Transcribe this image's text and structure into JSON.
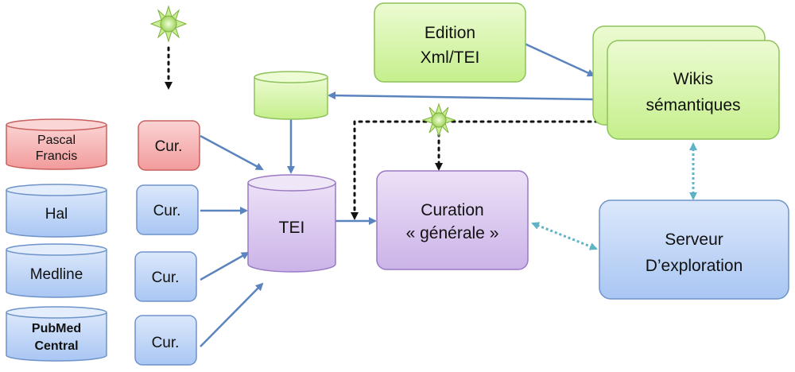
{
  "sources": [
    {
      "line1": "Pascal",
      "line2": "Francis"
    },
    {
      "line1": "Hal"
    },
    {
      "line1": "Medline"
    },
    {
      "line1": "PubMed",
      "line2": "Central"
    }
  ],
  "curators": [
    "Cur.",
    "Cur.",
    "Cur.",
    "Cur."
  ],
  "tei_store": {
    "label": "TEI"
  },
  "edition": {
    "line1": "Edition",
    "line2": "Xml/TEI"
  },
  "wikis": {
    "line1": "Wikis",
    "line2": "sémantiques"
  },
  "curation": {
    "line1": "Curation",
    "line2": "« générale »"
  },
  "server": {
    "line1": "Serveur",
    "line2": "D’exploration"
  },
  "colors": {
    "red_fill": "#f7b3b3",
    "red_stroke": "#c9605f",
    "blue_fill": "#bcd3f7",
    "blue_stroke": "#6e93c9",
    "green_fill": "#d6f5a8",
    "green_stroke": "#8fc25a",
    "purple_fill": "#d9c7ee",
    "purple_stroke": "#9b79c4",
    "arrow": "#5b84bf",
    "dotted_teal": "#5fb3c7",
    "sun": "#a8d86a"
  },
  "icons": [
    "sun-icon",
    "sun-icon"
  ]
}
